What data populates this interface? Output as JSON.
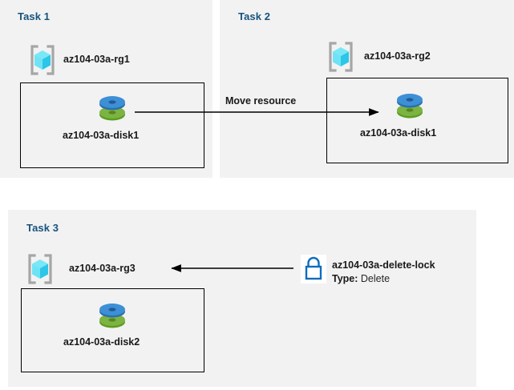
{
  "diagram": {
    "title_color": "#16537e",
    "panel_bg": "#f2f2f2",
    "page_bg": "#ffffff",
    "accent_lock_color": "#0f6cbd",
    "disk_top_color": "#3d8fd6",
    "disk_bottom_color": "#7cb342",
    "rg_cube_color": "#50e6ff"
  },
  "panels": [
    {
      "id": "task1",
      "title": "Task 1",
      "resource_group": {
        "icon": "resource-group-icon",
        "label": "az104-03a-rg1"
      },
      "resource": {
        "icon": "disk-icon",
        "label": "az104-03a-disk1"
      }
    },
    {
      "id": "task2",
      "title": "Task 2",
      "resource_group": {
        "icon": "resource-group-icon",
        "label": "az104-03a-rg2"
      },
      "resource": {
        "icon": "disk-icon",
        "label": "az104-03a-disk1"
      }
    },
    {
      "id": "task3",
      "title": "Task 3",
      "resource_group": {
        "icon": "resource-group-icon",
        "label": "az104-03a-rg3"
      },
      "resource": {
        "icon": "disk-icon",
        "label": "az104-03a-disk2"
      },
      "lock": {
        "icon": "lock-icon",
        "label": "az104-03a-delete-lock",
        "type_prefix": "Type:",
        "type_value": "Delete"
      }
    }
  ],
  "connectors": {
    "move": {
      "label": "Move resource",
      "direction": "right"
    },
    "lock_applies": {
      "label": "",
      "direction": "left"
    }
  }
}
